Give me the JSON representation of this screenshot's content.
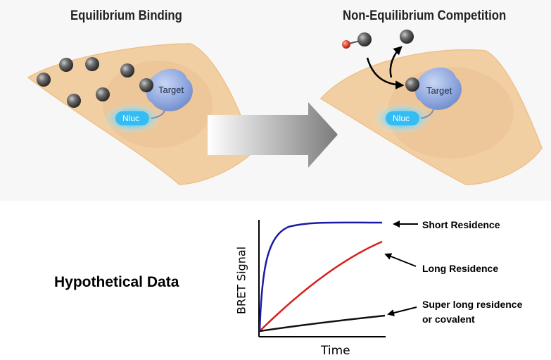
{
  "panels": {
    "left_title": "Equilibrium Binding",
    "right_title": "Non-Equilibrium Competition",
    "target_label": "Target",
    "nluc_label": "Nluc"
  },
  "hypothetical_label": "Hypothetical Data",
  "chart_data": {
    "type": "line",
    "xlabel": "Time",
    "ylabel": "BRET Signal",
    "series": [
      {
        "name": "Short Residence",
        "color": "#1a1aa8",
        "shape": "rapid-rise-plateau"
      },
      {
        "name": "Long Residence",
        "color": "#d81e1e",
        "shape": "gradual-rise"
      },
      {
        "name": "Super long residence or covalent",
        "color": "#111111",
        "shape": "nearly-flat"
      }
    ],
    "annotations": {
      "short": "Short Residence",
      "long": "Long Residence",
      "super_line1": "Super long residence",
      "super_line2": "or covalent"
    }
  }
}
